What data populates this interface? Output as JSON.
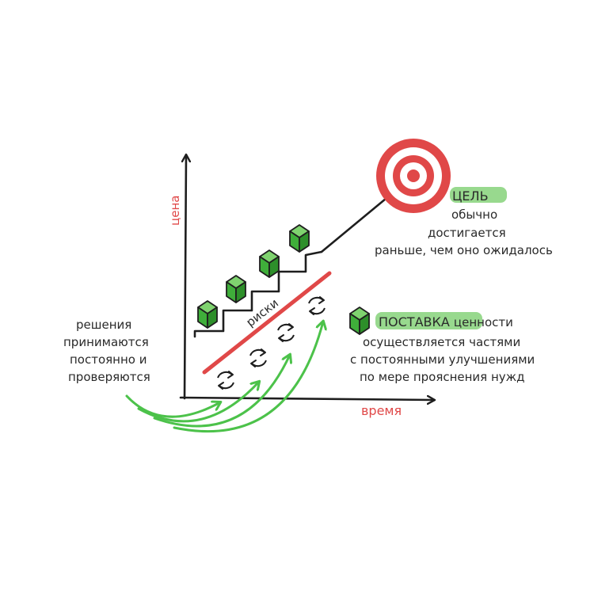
{
  "axes": {
    "y_label": "цена",
    "x_label": "время"
  },
  "risk_label": "риски",
  "goal": {
    "keyword": "ЦЕЛЬ",
    "line1": "обычно",
    "line2": "достигается",
    "line3": "раньше, чем оно ожидалось"
  },
  "delivery": {
    "keyword": "ПОСТАВКА",
    "line1_rest": "ценности",
    "line2": "осуществляется частями",
    "line3": "с постоянными улучшениями",
    "line4": "по мере прояснения нужд"
  },
  "decisions": {
    "line1": "решения",
    "line2": "принимаются",
    "line3": "постоянно и",
    "line4": "проверяются"
  },
  "colors": {
    "ink": "#1e1e1e",
    "red": "#e04848",
    "green": "#4cc24a",
    "highlight": "#86d27a",
    "cube": "#3fae3a"
  },
  "icons": [
    "target-icon",
    "cube-icon",
    "cycle-arrows-icon",
    "arrow-icon"
  ]
}
